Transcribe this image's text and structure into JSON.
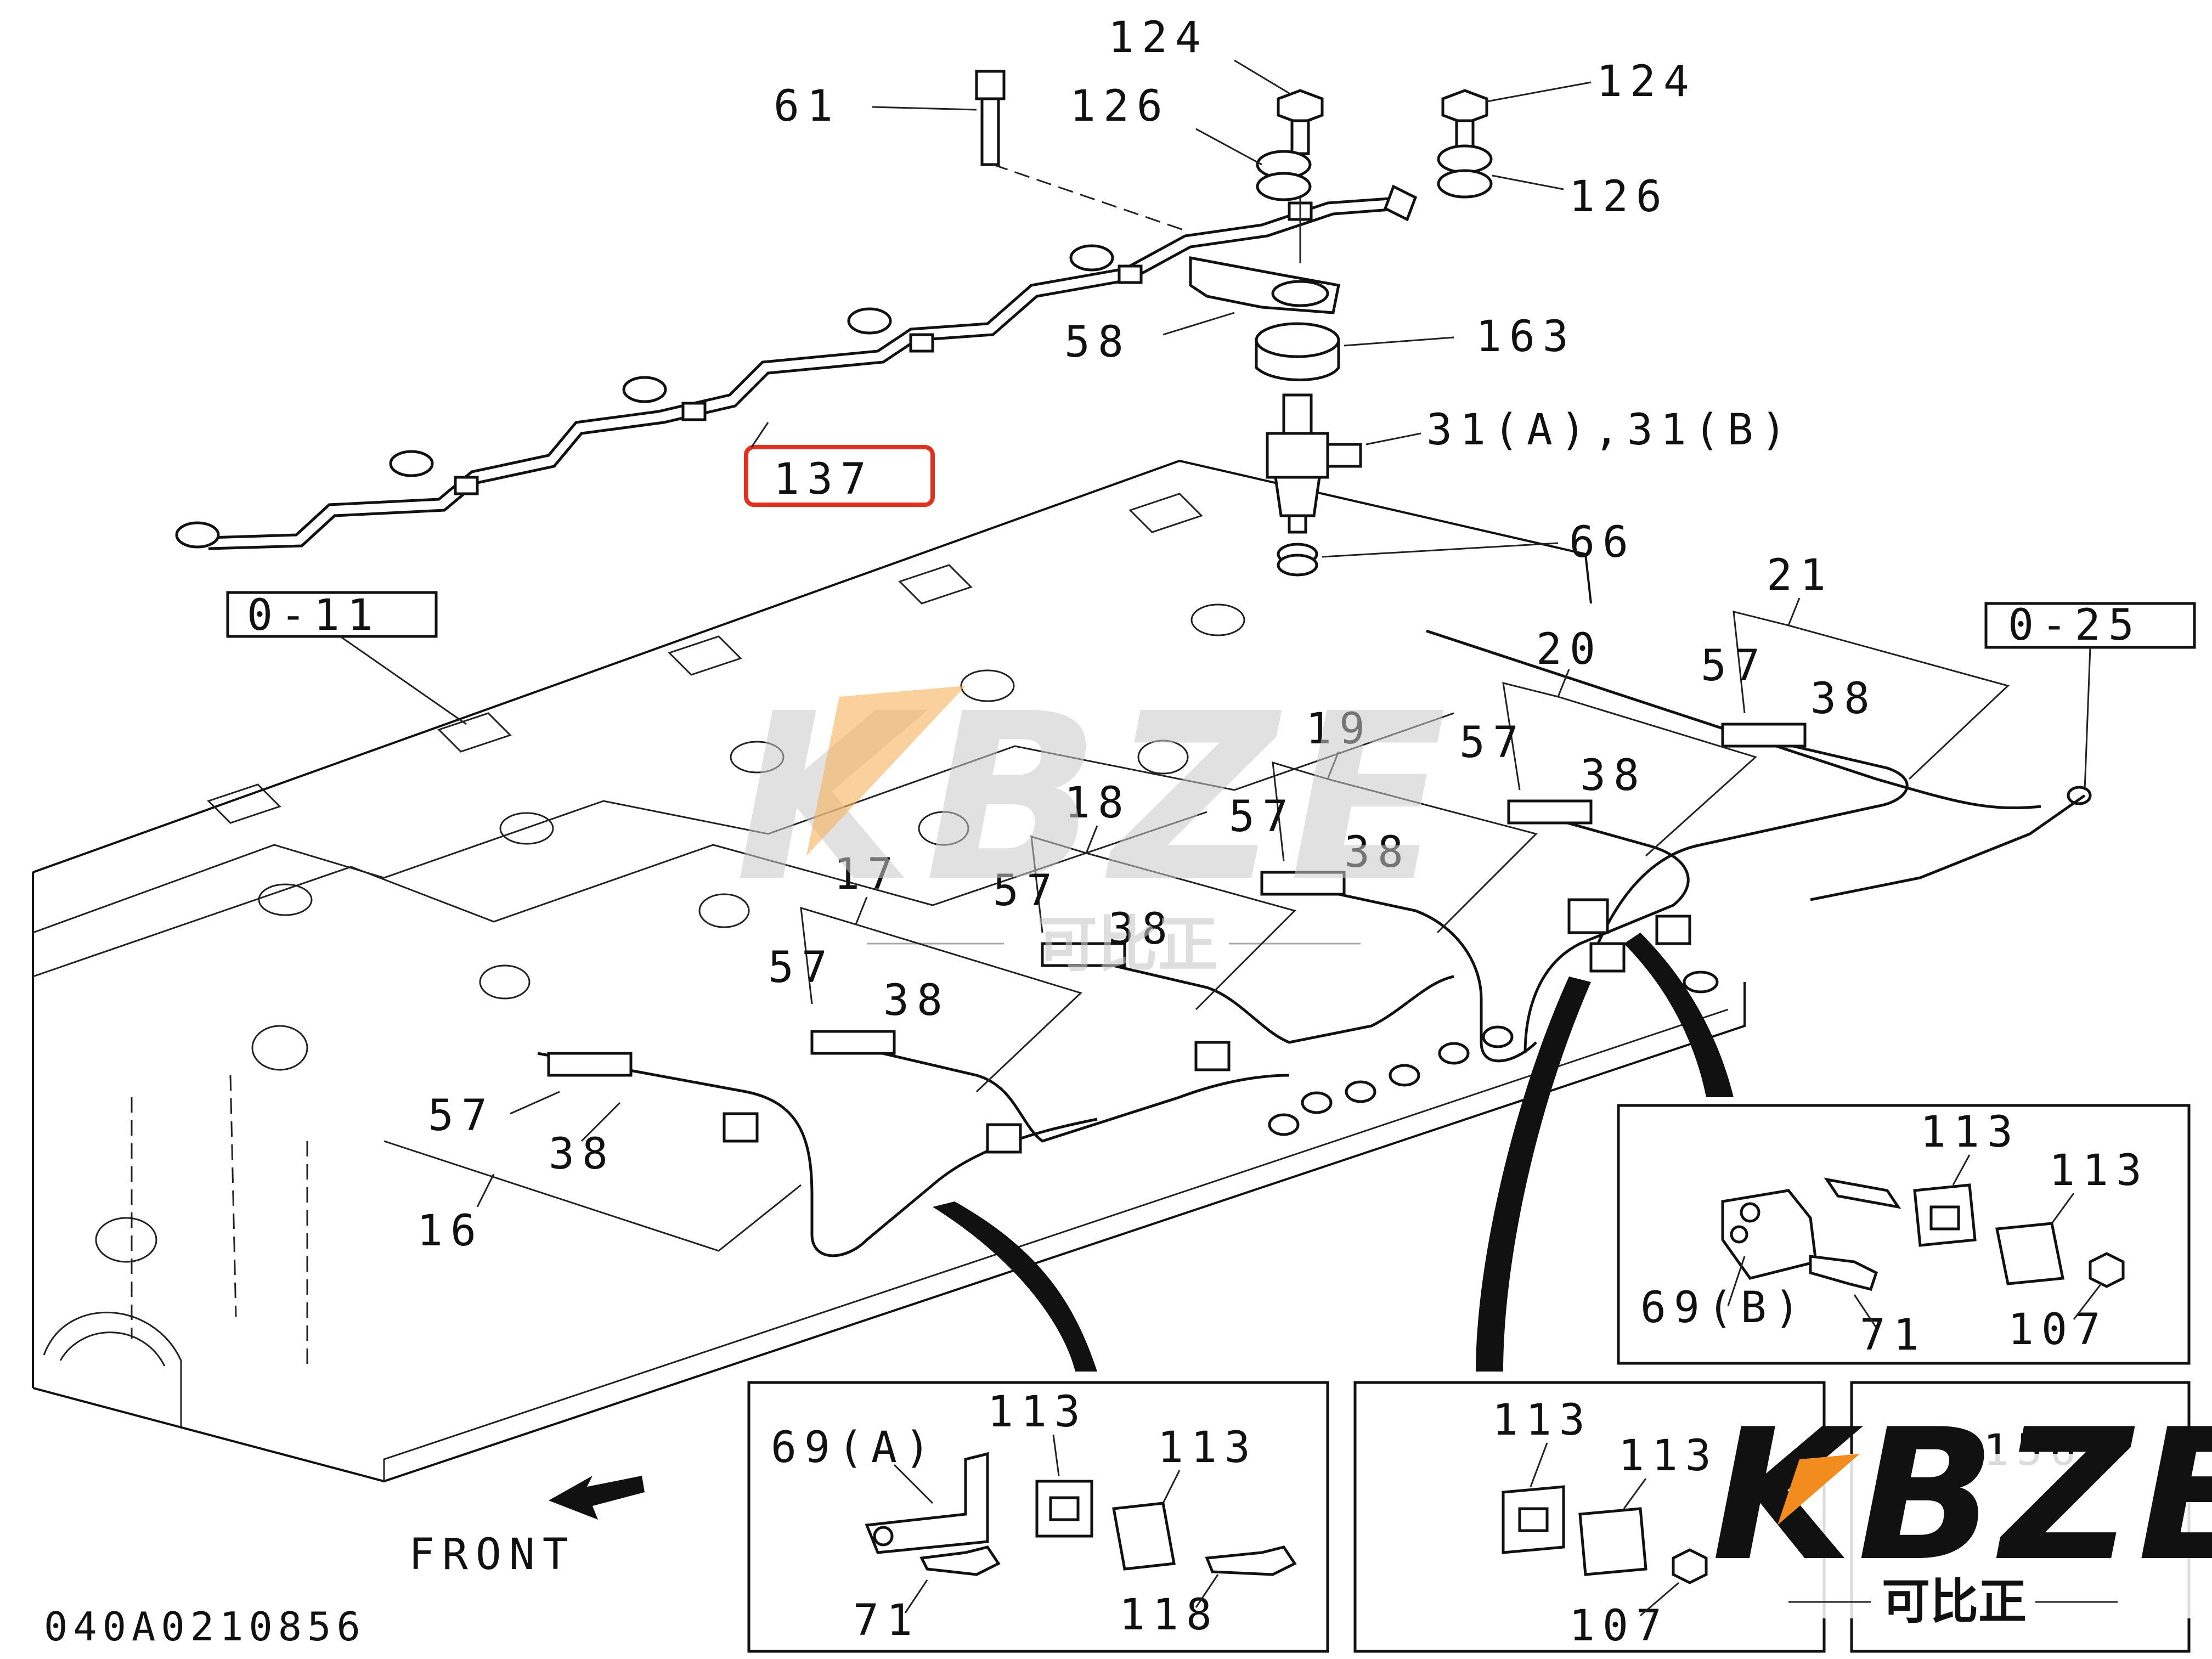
{
  "callouts": {
    "c124a": "124",
    "c124b": "124",
    "c61": "61",
    "c126a": "126",
    "c126b": "126",
    "c58": "58",
    "c163": "163",
    "c31": "31(A),31(B)",
    "c137": "137",
    "c66": "66",
    "c21": "21",
    "c20": "20",
    "c19": "19",
    "c18": "18",
    "c17": "17",
    "c16": "16",
    "c57": "57",
    "c38": "38"
  },
  "refs": {
    "r011": "0-11",
    "r025": "0-25"
  },
  "front": "FRONT",
  "drawing_code": "040A0210856",
  "detail_a": {
    "l69": "69(A)",
    "l113a": "113",
    "l113b": "113",
    "l71": "71",
    "l118": "118"
  },
  "detail_b": {
    "l113a": "113",
    "l113b": "113",
    "l107": "107"
  },
  "detail_c": {
    "l113a": "113",
    "l113b": "113",
    "l69": "69(B)",
    "l71": "71",
    "l107": "107"
  },
  "detail_d": {
    "l156": "156"
  },
  "watermark": {
    "brand": "KBZE",
    "chinese": "可比正"
  },
  "logo": {
    "brand": "KBZE",
    "chinese": "可比正",
    "accent": "#f28c1e"
  },
  "highlight_color": "#e0301e"
}
